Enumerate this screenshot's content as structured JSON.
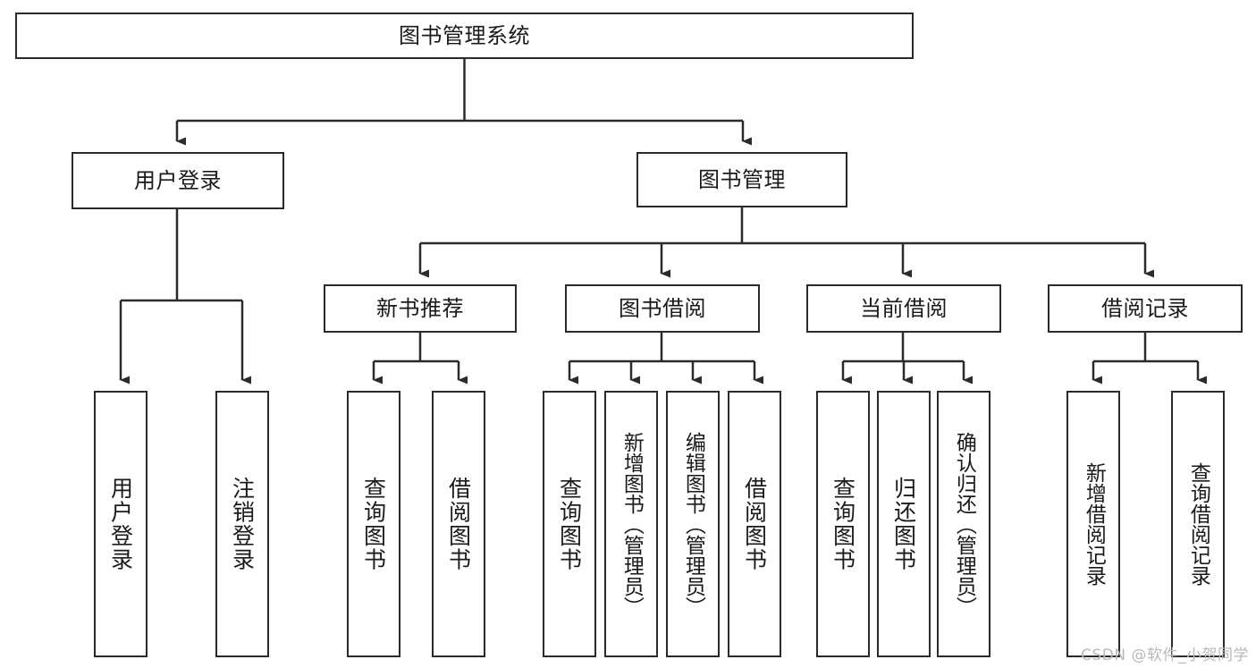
{
  "diagram": {
    "type": "tree-hierarchy-chart",
    "title_node": {
      "label": "图书管理系统"
    },
    "level1": [
      {
        "id": "user-login",
        "label": "用户登录"
      },
      {
        "id": "book-management",
        "label": "图书管理"
      }
    ],
    "level2": [
      {
        "id": "new-book-recommend",
        "label": "新书推荐",
        "parent": "book-management"
      },
      {
        "id": "book-borrow",
        "label": "图书借阅",
        "parent": "book-management"
      },
      {
        "id": "current-borrow",
        "label": "当前借阅",
        "parent": "book-management"
      },
      {
        "id": "borrow-record",
        "label": "借阅记录",
        "parent": "book-management"
      }
    ],
    "leaves": {
      "user_login": [
        {
          "id": "leaf-user-login",
          "label": "用户登录"
        },
        {
          "id": "leaf-logout-login",
          "label": "注销登录"
        }
      ],
      "new_book_recommend": [
        {
          "id": "leaf-query-book-1",
          "label": "查询图书"
        },
        {
          "id": "leaf-borrow-book-1",
          "label": "借阅图书"
        }
      ],
      "book_borrow": [
        {
          "id": "leaf-query-book-2",
          "label": "查询图书"
        },
        {
          "id": "leaf-add-book",
          "label": "新增图书（管理员）"
        },
        {
          "id": "leaf-edit-book",
          "label": "编辑图书（管理员）"
        },
        {
          "id": "leaf-borrow-book-2",
          "label": "借阅图书"
        }
      ],
      "current_borrow": [
        {
          "id": "leaf-query-book-3",
          "label": "查询图书"
        },
        {
          "id": "leaf-return-book",
          "label": "归还图书"
        },
        {
          "id": "leaf-confirm-return",
          "label": "确认归还（管理员）"
        }
      ],
      "borrow_record": [
        {
          "id": "leaf-add-record",
          "label": "新增借阅记录"
        },
        {
          "id": "leaf-query-record",
          "label": "查询借阅记录"
        }
      ]
    },
    "colors": {
      "stroke": "#2b2b2b",
      "fill": "#ffffff",
      "text": "#1a1a1a",
      "watermark": "#b9b9b9"
    }
  },
  "watermark": {
    "text": "CSDN @软件_小贺同学"
  }
}
